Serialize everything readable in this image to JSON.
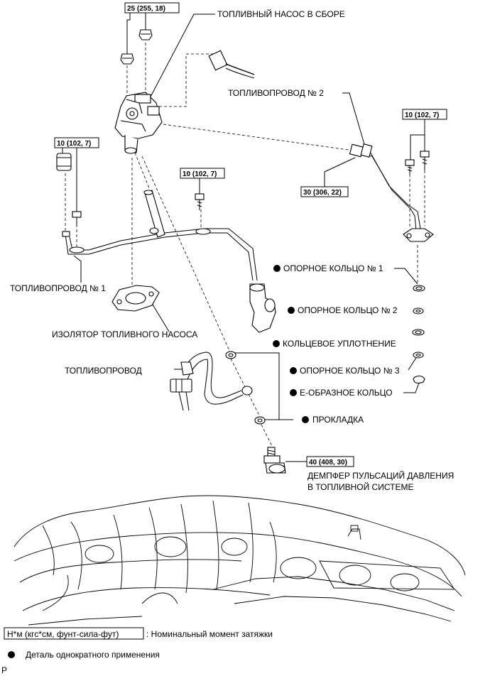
{
  "labels": {
    "pump_assy": "ТОПЛИВНЫЙ НАСОС В СБОРЕ",
    "pipe2": "ТОПЛИВОПРОВОД № 2",
    "pipe1": "ТОПЛИВОПРОВОД № 1",
    "insulator": "ИЗОЛЯТОР ТОПЛИВНОГО НАСОСА",
    "fuel_line": "ТОПЛИВОПРОВОД",
    "backup_ring1": "ОПОРНОЕ КОЛЬЦО № 1",
    "backup_ring2": "ОПОРНОЕ КОЛЬЦО № 2",
    "o_ring": "КОЛЬЦЕВОЕ УПЛОТНЕНИЕ",
    "backup_ring3": "ОПОРНОЕ КОЛЬЦО № 3",
    "e_ring": "Е-ОБРАЗНОЕ КОЛЬЦО",
    "gasket": "ПРОКЛАДКА",
    "damper_line1": "ДЕМПФЕР ПУЛЬСАЦИЙ ДАВЛЕНИЯ",
    "damper_line2": "В ТОПЛИВНОЙ СИСТЕМЕ"
  },
  "torques": {
    "t25": "25 (255, 18)",
    "t10_right": "10 (102, 7)",
    "t10_left": "10 (102, 7)",
    "t10_mid": "10 (102, 7)",
    "t30": "30 (306, 22)",
    "t40": "40 (408, 30)"
  },
  "legend": {
    "torque_box": "Н*м (кгс*см, фунт-сила-фут)",
    "torque_desc": ": Номинальный момент затяжки",
    "nonreusable": "Деталь однократного применения"
  },
  "corner_code": "P"
}
